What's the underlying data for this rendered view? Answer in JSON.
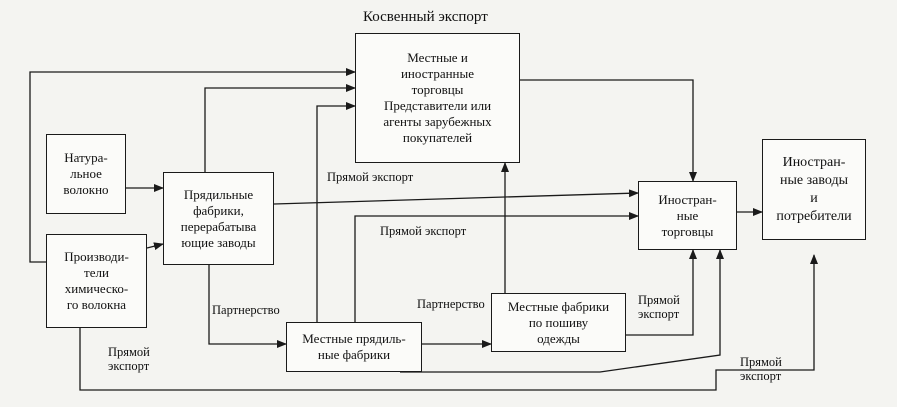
{
  "title": "Косвенный экспорт",
  "boxes": {
    "natural_fiber": "Натура-\nльное\nволокно",
    "chemical_fiber": "Производи-\nтели\nхимическо-\nго волокна",
    "spinning_mills": "Прядильные\nфабрики,\nперерабатыва\nющие заводы",
    "traders_agents": "Местные и\nиностранные\nторговцы\nПредставители или\nагенты зарубежных\nпокупателей",
    "foreign_traders": "Иностран-\nные\nторговцы",
    "foreign_plants": "Иностран-\nные заводы\nи\nпотребители",
    "local_spinning": "Местные прядиль-\nные фабрики",
    "local_sewing": "Местные фабрики\nпо пошиву\nодежды"
  },
  "labels": {
    "direct_export_1": "Прямой экспорт",
    "direct_export_2": "Прямой экспорт",
    "partnership_1": "Партнерство",
    "partnership_2": "Партнерство",
    "direct_export_3": "Прямой\nэкспорт",
    "direct_export_4": "Прямой\nэкспорт",
    "direct_export_5": "Прямой\nэкспорт"
  }
}
